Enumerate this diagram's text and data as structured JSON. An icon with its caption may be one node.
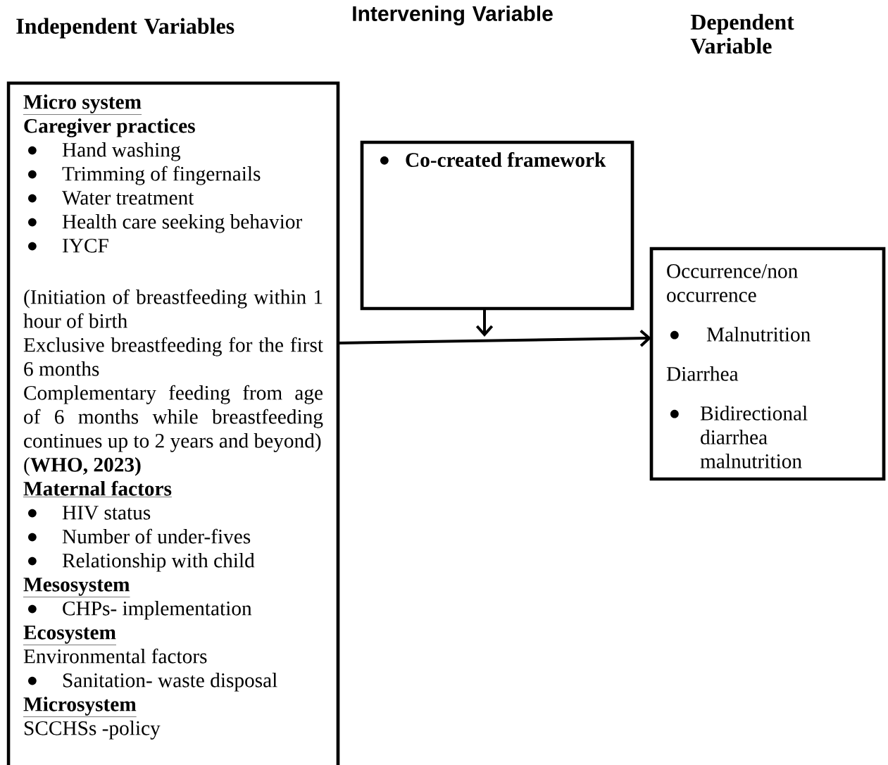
{
  "diagram": {
    "nodes": [
      {
        "text": [
          "Micro system",
          "Caregiver practices",
          "Hand washing",
          "Trimming of fingernails",
          "Water treatment",
          "Health care seeking behavior",
          "IYCF",
          "(Initiation of breastfeeding within 1 hour of birth",
          "Exclusive breastfeeding for the first 6 months",
          "Complementary feeding from age of 6 months while breastfeeding continues up to 2 years and beyond)",
          "(**WHO, 2023)**",
          "Maternal factors",
          "HIV status",
          "Number of under-fives",
          "Relationship with child",
          "Mesosystem",
          "CHPs- implementation",
          "Ecosystem",
          "Environmental factors",
          "Sanitation- waste disposal",
          "Microsystem",
          "SCCHSs -policy"
        ]
      },
      {
        "text": [
          "Co-created framework"
        ]
      },
      {
        "text": [
          "Occurrence/non occurrence",
          "Malnutrition",
          "Diarrhea",
          "Bidirectional diarrhea malnutrition"
        ]
      }
    ],
    "edges": [
      {
        "from": 0,
        "to": 2,
        "arrow": "to"
      },
      {
        "from": 1,
        "to": null,
        "arrow": "to"
      }
    ],
    "labels": [
      "Independent Variables",
      "Intervening Variable",
      "Dependent Variable"
    ]
  }
}
